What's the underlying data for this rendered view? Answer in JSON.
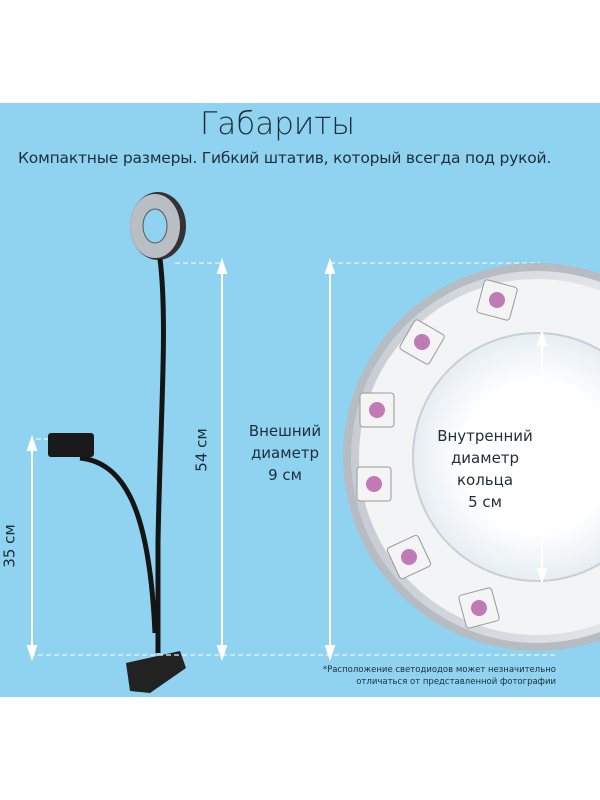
{
  "title": "Габариты",
  "subtitle": "Компактные размеры. Гибкий штатив, который всегда под рукой.",
  "dimensions": {
    "total_height": "54 см",
    "holder_height": "35 см",
    "outer_label": [
      "Внешний",
      "диаметр",
      "9 см"
    ],
    "inner_label": [
      "Внутренний",
      "диаметр",
      "кольца",
      "5 см"
    ]
  },
  "footnote": [
    "*Расположение светодиодов может незначительно",
    "отличаться от представленной фотографии"
  ],
  "colors": {
    "background": "#8fd3f1",
    "text": "#1f2d38"
  }
}
